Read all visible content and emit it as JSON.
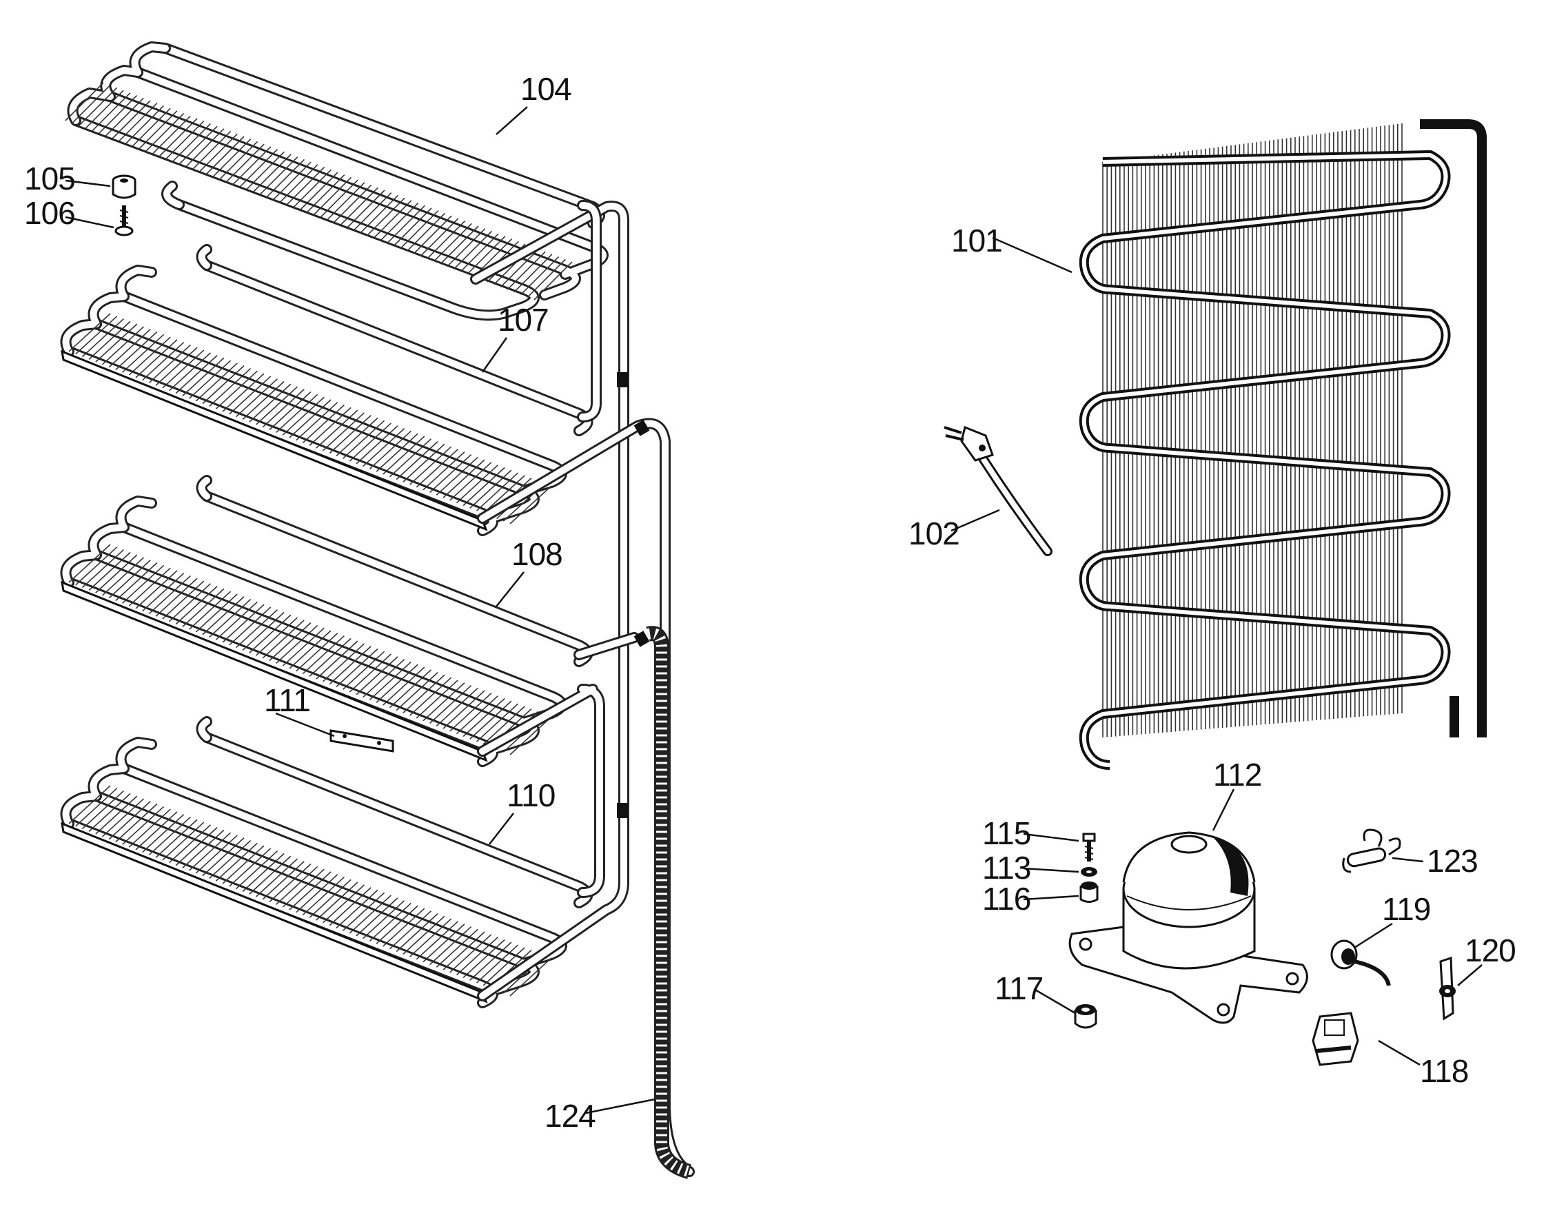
{
  "labels": {
    "p101": "101",
    "p102": "102",
    "p104": "104",
    "p105": "105",
    "p106": "106",
    "p107": "107",
    "p108": "108",
    "p110": "110",
    "p111": "111",
    "p112": "112",
    "p113": "113",
    "p115": "115",
    "p116": "116",
    "p117": "117",
    "p118": "118",
    "p119": "119",
    "p120": "120",
    "p123": "123",
    "p124": "124"
  },
  "colors": {
    "ink": "#111111",
    "paper": "#ffffff"
  }
}
